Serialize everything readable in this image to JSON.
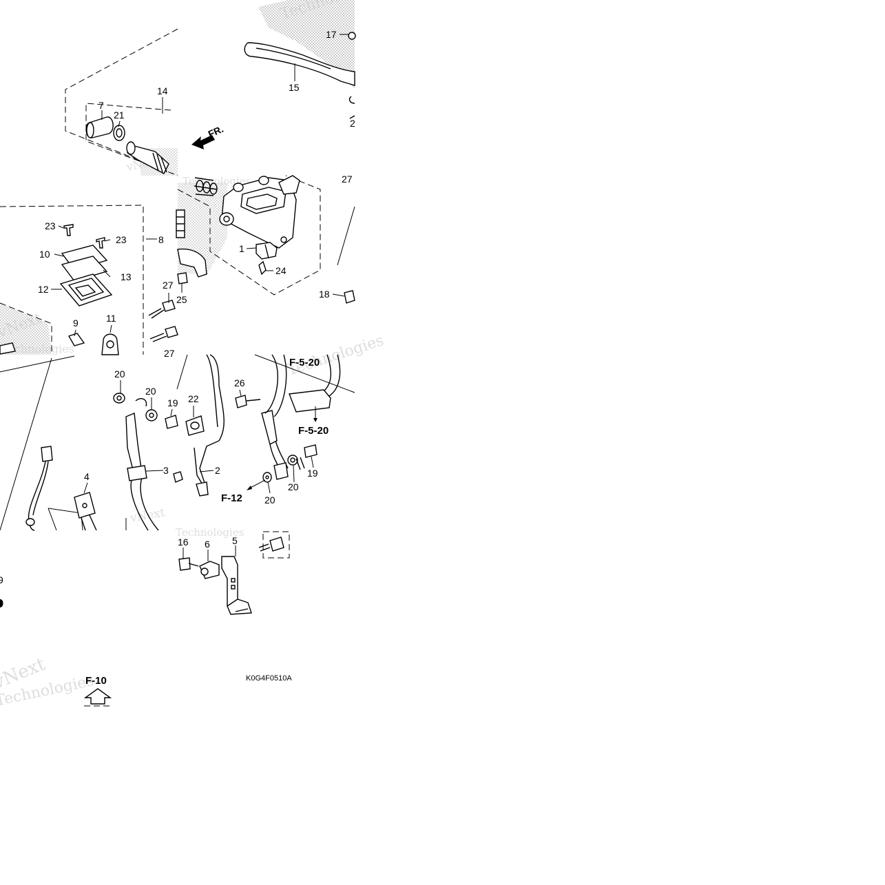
{
  "labels": {
    "p1": "1",
    "p2": "2",
    "p3": "3",
    "p4": "4",
    "p5": "5",
    "p6": "6",
    "p7": "7",
    "p8": "8",
    "p9": "9",
    "p10": "10",
    "p11": "11",
    "p12": "12",
    "p13": "13",
    "p14": "14",
    "p15": "15",
    "p16": "16",
    "p17": "17",
    "p18": "18",
    "p19": "19",
    "p20": "20",
    "p21": "21",
    "p22": "22",
    "p23": "23",
    "p24": "24",
    "p25": "25",
    "p26": "26",
    "p27": "27"
  },
  "refs": {
    "f520": "F-5-20",
    "f12": "F-12",
    "f10": "F-10",
    "fr": "FR."
  },
  "diagram_code": "K0G4F0510A",
  "watermark": {
    "line1": "vNext",
    "line2": "Technologies"
  },
  "colors": {
    "line": "#000000",
    "background": "#ffffff",
    "watermark": "#c8c8c8",
    "screen": "#9a9a9a"
  }
}
